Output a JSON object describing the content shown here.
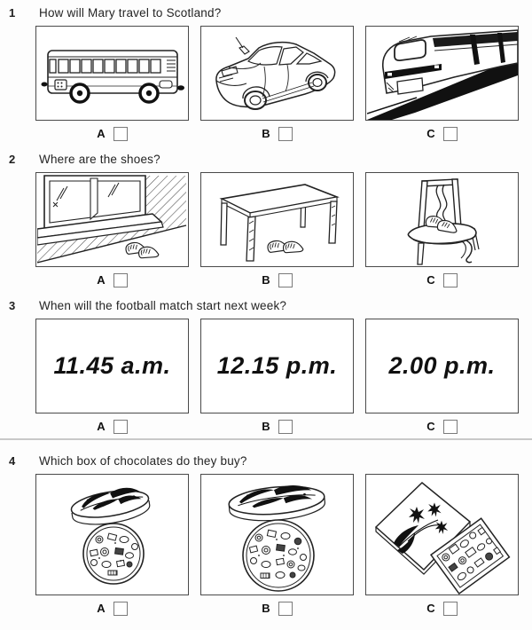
{
  "page": {
    "ink_color": "#1f1f1f",
    "image_border_color": "#4a4a4a",
    "checkbox_border_color": "#7a7a7a",
    "divider_color": "#c8c8c8"
  },
  "questions": [
    {
      "number": "1",
      "text": "How will Mary travel to Scotland?",
      "options": [
        {
          "label": "A",
          "image": "bus"
        },
        {
          "label": "B",
          "image": "hatchback-car"
        },
        {
          "label": "C",
          "image": "intercity-train"
        }
      ]
    },
    {
      "number": "2",
      "text": "Where are the shoes?",
      "options": [
        {
          "label": "A",
          "image": "shoes-below-window"
        },
        {
          "label": "B",
          "image": "shoes-under-table"
        },
        {
          "label": "C",
          "image": "shoes-on-chair"
        }
      ]
    },
    {
      "number": "3",
      "text": "When will the football match start next week?",
      "options": [
        {
          "label": "A",
          "time": "11.45 a.m."
        },
        {
          "label": "B",
          "time": "12.15 p.m."
        },
        {
          "label": "C",
          "time": "2.00 p.m."
        }
      ]
    },
    {
      "number": "4",
      "text": "Which box of chocolates do they buy?",
      "options": [
        {
          "label": "A",
          "image": "small-round-chocolate-box"
        },
        {
          "label": "B",
          "image": "large-round-chocolate-box"
        },
        {
          "label": "C",
          "image": "square-chocolate-box"
        }
      ]
    }
  ]
}
